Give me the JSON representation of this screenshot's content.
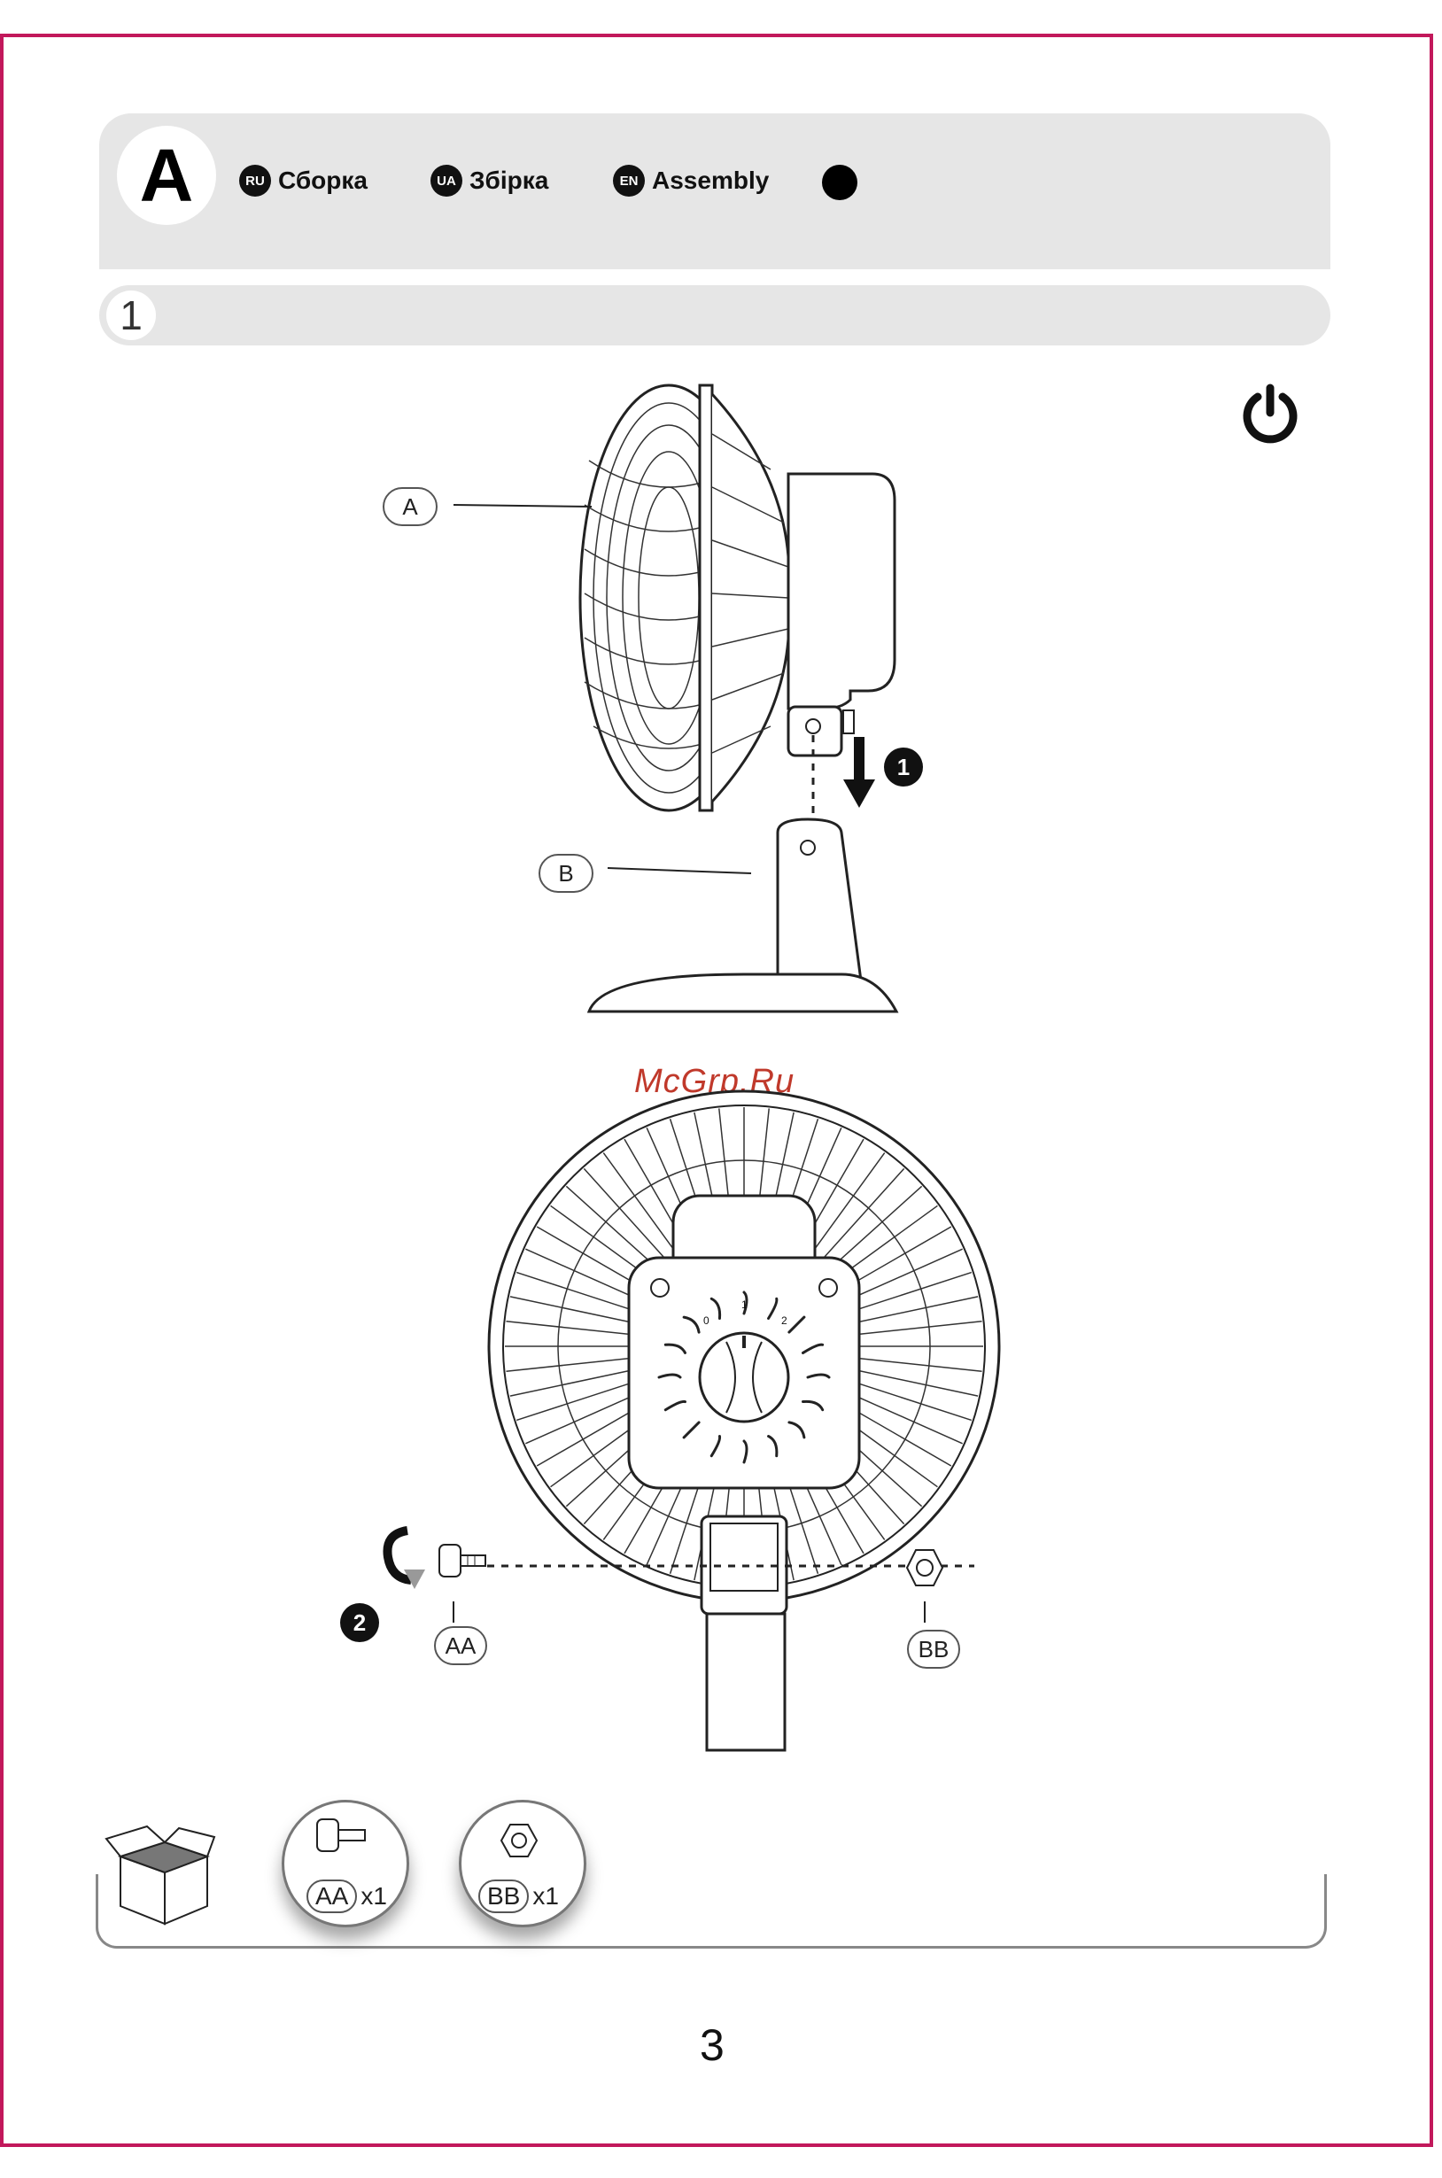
{
  "header": {
    "section_letter": "A",
    "languages": [
      {
        "code": "RU",
        "label": "Сборка"
      },
      {
        "code": "UA",
        "label": "Збірка"
      },
      {
        "code": "EN",
        "label": "Assembly"
      }
    ]
  },
  "step": {
    "number": "1"
  },
  "callouts": {
    "a": "A",
    "b": "B",
    "aa": "AA",
    "bb": "BB"
  },
  "step_badges": {
    "one": "1",
    "two": "2"
  },
  "dial": {
    "mark_0": "0",
    "mark_1": "1",
    "mark_2": "2"
  },
  "watermark": "McGrp.Ru",
  "parts": [
    {
      "code": "AA",
      "qty": "x1"
    },
    {
      "code": "BB",
      "qty": "x1"
    }
  ],
  "page_number": "3",
  "icons": [
    "power-icon",
    "package-box-icon",
    "rotate-arrow-icon",
    "down-arrow-icon"
  ],
  "colors": {
    "frame": "#c2185b",
    "header_bg": "#e6e6e6",
    "watermark": "#c0392b"
  }
}
